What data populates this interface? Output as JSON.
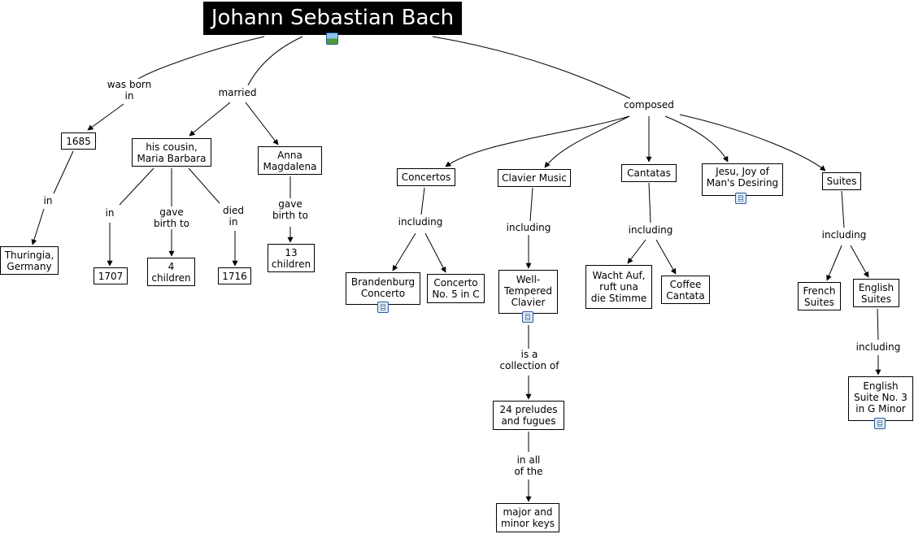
{
  "root": {
    "label": "Johann Sebastian Bach"
  },
  "concepts": {
    "y1685": "1685",
    "thuringia": "Thuringia,\nGermany",
    "maria_barbara": "his cousin,\nMaria Barbara",
    "anna": "Anna\nMagdalena",
    "y1707": "1707",
    "four_children": "4\nchildren",
    "y1716": "1716",
    "thirteen_children": "13\nchildren",
    "concertos": "Concertos",
    "clavier_music": "Clavier Music",
    "cantatas": "Cantatas",
    "jesu": "Jesu, Joy of\nMan's Desiring",
    "suites": "Suites",
    "brandenburg": "Brandenburg\nConcerto",
    "concerto5": "Concerto\nNo. 5 in C",
    "well_tempered": "Well-\nTempered\nClavier",
    "wacht_auf": "Wacht Auf,\nruft una\ndie Stimme",
    "coffee": "Coffee\nCantata",
    "french_suites": "French\nSuites",
    "english_suites": "English\nSuites",
    "preludes": "24 preludes\nand fugues",
    "major_minor": "major and\nminor keys",
    "english_suite3": "English\nSuite No. 3\nin G Minor"
  },
  "phrases": {
    "was_born_in": "was born\nin",
    "married": "married",
    "composed": "composed",
    "in_thuringia": "in",
    "in_1707": "in",
    "gave_birth_4": "gave\nbirth to",
    "died_in": "died\nin",
    "gave_birth_13": "gave\nbirth to",
    "including_concertos": "including",
    "including_clavier": "including",
    "including_cantatas": "including",
    "including_suites": "including",
    "including_english": "including",
    "is_a_collection_of": "is a\ncollection of",
    "in_all_of_the": "in all\nof the"
  },
  "icons": {
    "root_image": "image-icon",
    "document": "document-icon"
  },
  "colors": {
    "root_background": "#000000",
    "root_text": "#ffffff",
    "line": "#000000",
    "icon_border": "#2a5b9c"
  }
}
